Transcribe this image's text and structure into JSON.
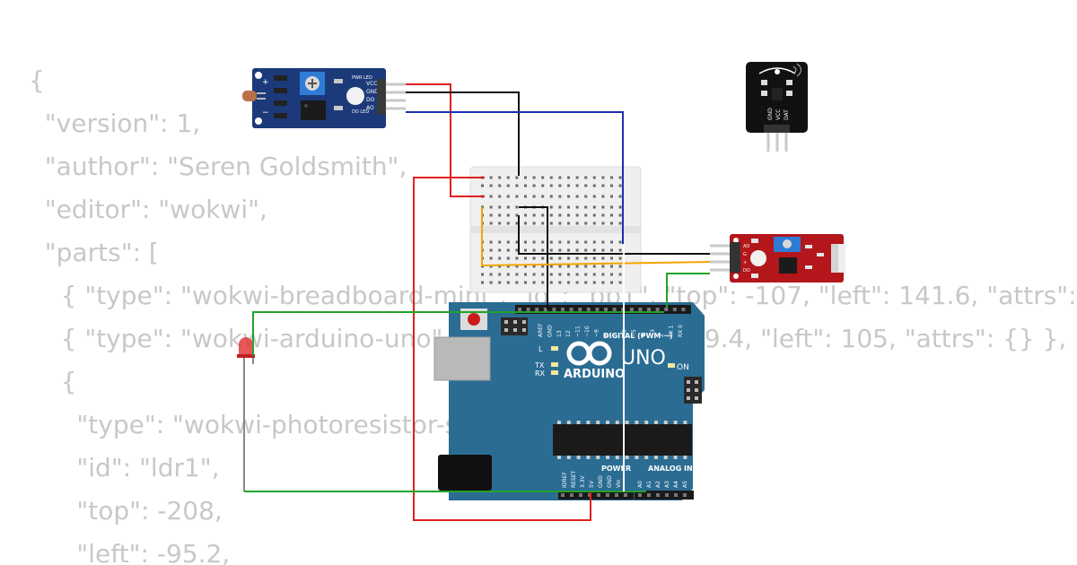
{
  "code_lines": [
    "{",
    "  \"version\": 1,",
    "  \"author\": \"Seren Goldsmith\",",
    "  \"editor\": \"wokwi\",",
    "  \"parts\": [",
    "    { \"type\": \"wokwi-breadboard-mini\", \"id\": \"bb1\", \"top\": -107, \"left\": 141.6, \"attrs\": {} },",
    "    { \"type\": \"wokwi-arduino-uno\", \"id\": \"uno\", \"top\": 29.4, \"left\": 105, \"attrs\": {} },",
    "    {",
    "      \"type\": \"wokwi-photoresistor-sensor\",",
    "      \"id\": \"ldr1\",",
    "      \"top\": -208,",
    "      \"left\": -95.2,"
  ],
  "ldr_module": {
    "pins": [
      "VCC",
      "GND",
      "DO",
      "AO"
    ],
    "leds": [
      "PWR\nLED",
      "DO\nLED"
    ],
    "plus": "+",
    "minus": "−"
  },
  "dht_module": {
    "pins": [
      "GND",
      "VCC",
      "DAT"
    ]
  },
  "sound_module": {
    "pins": [
      "AO",
      "G",
      "+",
      "DO"
    ]
  },
  "arduino": {
    "brand": "ARDUINO",
    "model": "UNO",
    "on_label": "ON",
    "digital_label": "DIGITAL (PWM ~)",
    "power_label": "POWER",
    "analog_label": "ANALOG IN",
    "led_labels": [
      "L",
      "TX",
      "RX"
    ],
    "top_pins": [
      "AREF",
      "GND",
      "13",
      "12",
      "~11",
      "~10",
      "~9",
      "8",
      "7",
      "~6",
      "~5",
      "4",
      "~3",
      "2",
      "TX 1",
      "RX 0"
    ],
    "power_pins": [
      "IOREF",
      "RESET",
      "3.3V",
      "5V",
      "GND",
      "GND",
      "Vin"
    ],
    "analog_pins": [
      "A0",
      "A1",
      "A2",
      "A3",
      "A4",
      "A5"
    ]
  },
  "colors": {
    "wire_red": "#e02020",
    "wire_black": "#111111",
    "wire_blue": "#1a2fb0",
    "wire_green": "#22a32a",
    "wire_orange": "#f5a400",
    "wire_white": "#ffffff",
    "uno_board": "#2b6c93",
    "ldr_board": "#1c3a7a",
    "sound_board": "#b3171b"
  }
}
